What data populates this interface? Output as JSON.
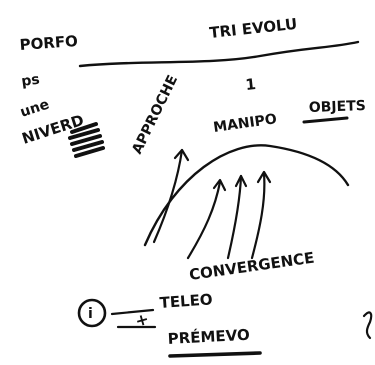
{
  "sketch": {
    "colors": {
      "ink": "#111111",
      "paper": "#ffffff"
    },
    "labels": {
      "top_left": "PORFO",
      "top_right": "TRI EVOLU",
      "left_block_line1": "ps",
      "left_block_line2": "une",
      "left_block_line3": "NIVERD",
      "left_branch": "APPROCHE",
      "middle_branch_number": "1",
      "middle_branch_text": "MANIPO",
      "right_branch": "OBJETS",
      "bottom_center": "CONVERGENCE",
      "info_symbol": "i",
      "teleo": "TELEO",
      "plus_sign": "+",
      "premeno": "PRÉMEVO"
    }
  }
}
